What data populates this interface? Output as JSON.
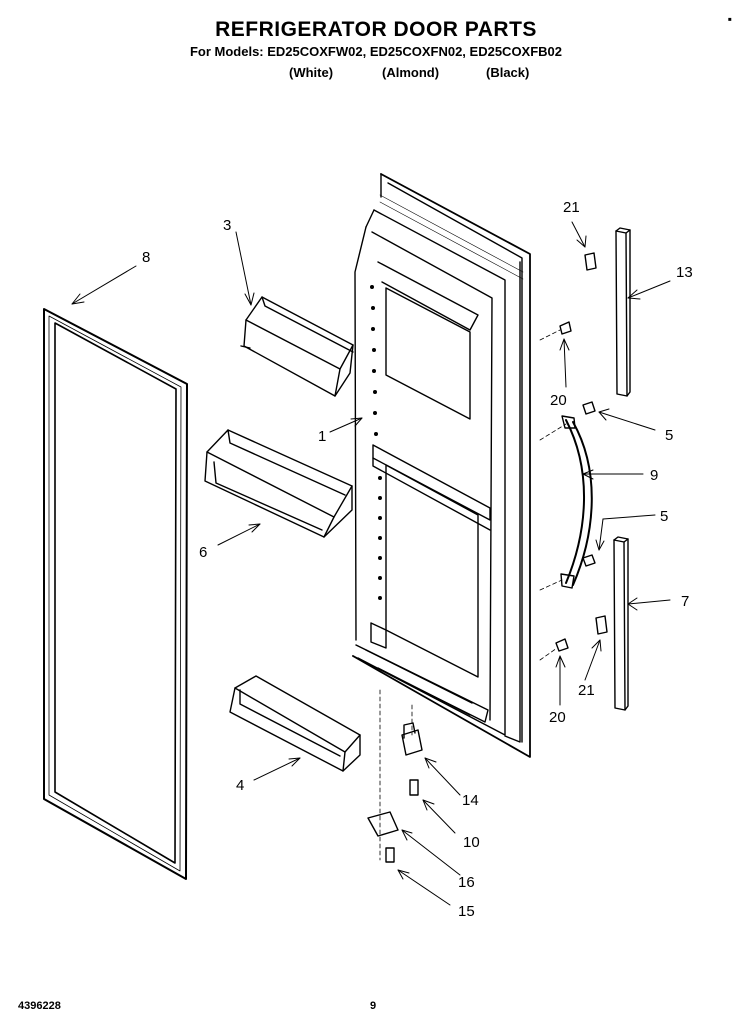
{
  "header": {
    "title": "REFRIGERATOR DOOR PARTS",
    "models_line": "For Models: ED25COXFW02, ED25COXFN02, ED25COXFB02",
    "colors": [
      "(White)",
      "(Almond)",
      "(Black)"
    ]
  },
  "callouts": [
    "1",
    "3",
    "4",
    "5",
    "5",
    "6",
    "7",
    "8",
    "9",
    "10",
    "13",
    "14",
    "15",
    "16",
    "20",
    "20",
    "21",
    "21"
  ],
  "footer": {
    "doc_number": "4396228",
    "page_number": "9"
  }
}
